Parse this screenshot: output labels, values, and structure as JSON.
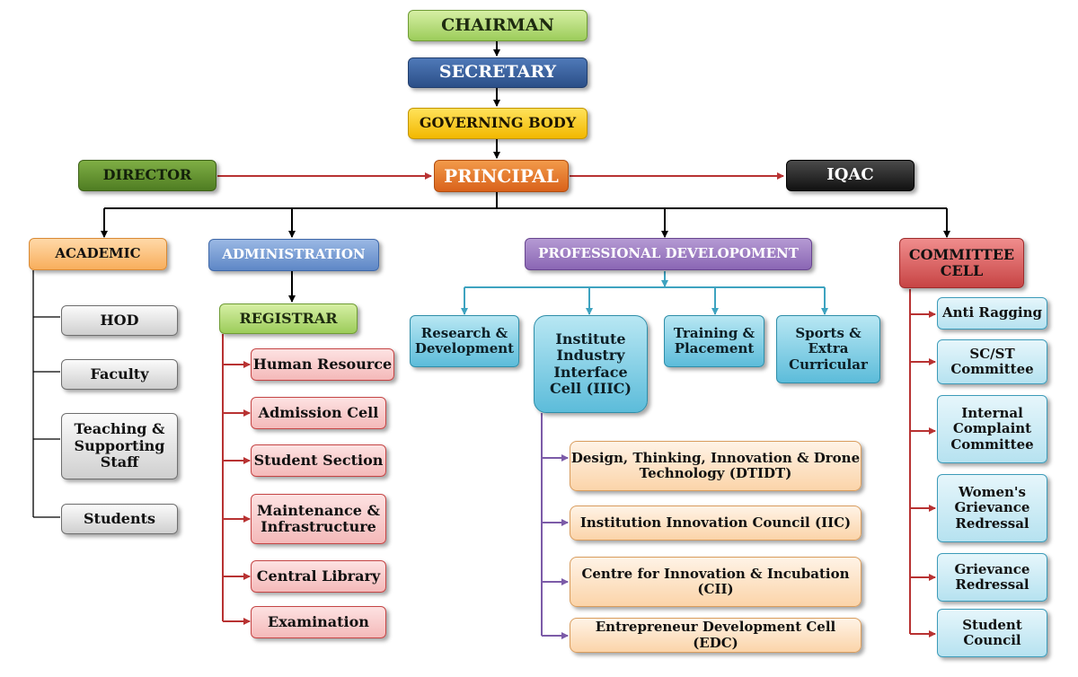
{
  "top": {
    "chairman": "CHAIRMAN",
    "secretary": "SECRETARY",
    "governing_body": "GOVERNING BODY",
    "director": "DIRECTOR",
    "principal": "PRINCIPAL",
    "iqac": "IQAC"
  },
  "academic": {
    "title": "ACADEMIC",
    "items": [
      "HOD",
      "Faculty",
      "Teaching &\nSupporting\nStaff",
      "Students"
    ]
  },
  "administration": {
    "title": "ADMINISTRATION",
    "registrar": "REGISTRAR",
    "items": [
      "Human Resource",
      "Admission Cell",
      "Student Section",
      "Maintenance &\nInfrastructure",
      "Central Library",
      "Examination"
    ]
  },
  "professional": {
    "title": "PROFESSIONAL DEVELOPOMENT",
    "units": [
      "Research &\nDevelopment",
      "Institute\nIndustry\nInterface\nCell (IIIC)",
      "Training &\nPlacement",
      "Sports &\nExtra\nCurricular"
    ],
    "iiic_items": [
      "Design, Thinking, Innovation & Drone\nTechnology (DTIDT)",
      "Institution Innovation Council (IIC)",
      "Centre for Innovation & Incubation\n(CII)",
      "Entrepreneur Development Cell (EDC)"
    ]
  },
  "committee": {
    "title": "COMMITTEE\nCELL",
    "items": [
      "Anti Ragging",
      "SC/ST\nCommittee",
      "Internal\nComplaint\nCommittee",
      "Women's\nGrievance\nRedressal",
      "Grievance\nRedressal",
      "Student\nCouncil"
    ]
  }
}
